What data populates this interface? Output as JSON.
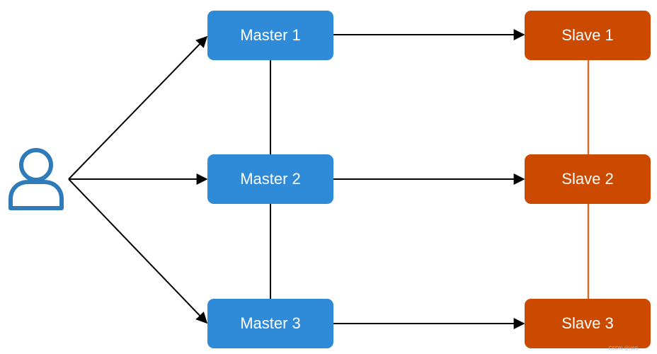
{
  "nodes": {
    "master_1": "Master 1",
    "master_2": "Master 2",
    "master_3": "Master 3",
    "slave_1": "Slave 1",
    "slave_2": "Slave 2",
    "slave_3": "Slave 3"
  },
  "colors": {
    "master": "#2f8ad8",
    "slave": "#cc4a00",
    "replication_line": "#cf6f2c",
    "arrow": "#000000",
    "user_icon": "#2f7ab8"
  },
  "icons": {
    "user": "user-icon"
  },
  "watermark": "CSDN @iWS"
}
